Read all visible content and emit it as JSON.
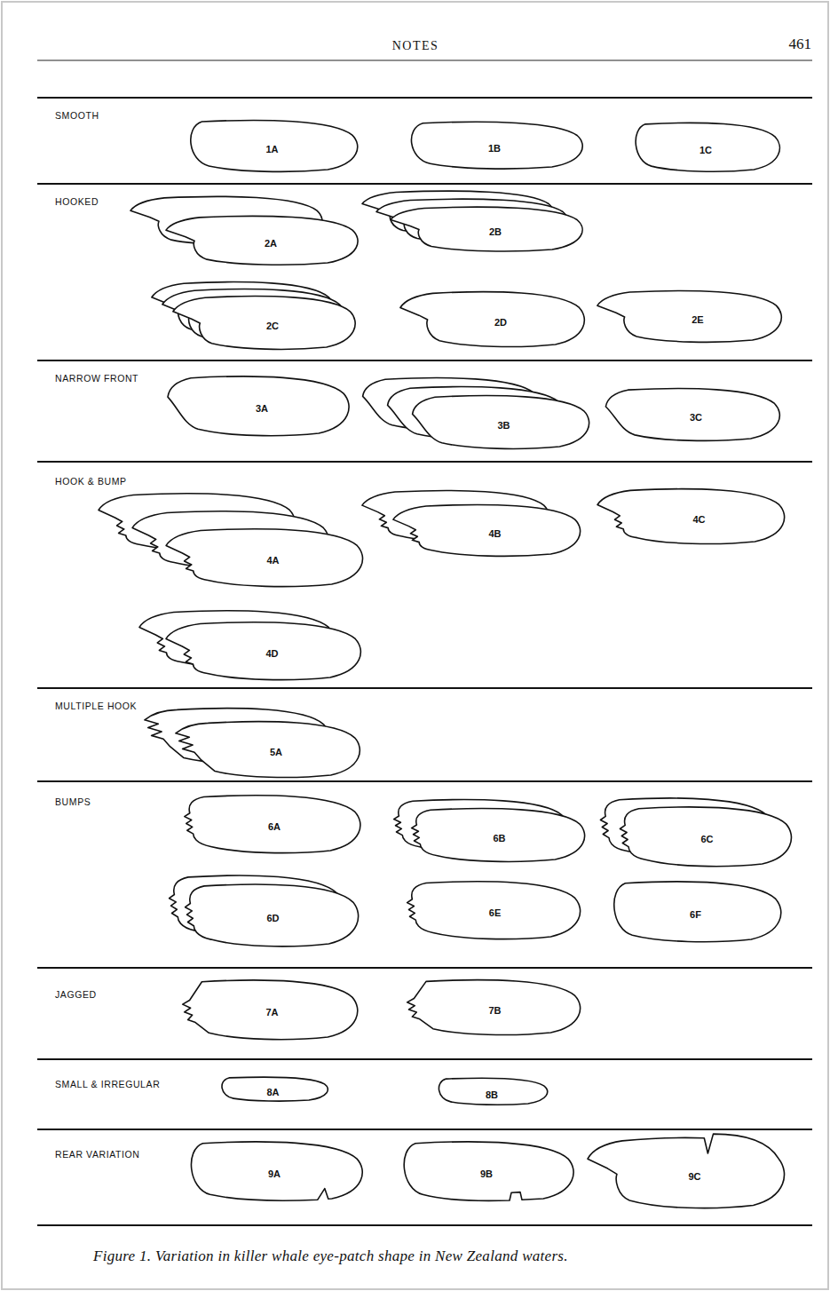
{
  "diagram": {
    "caption": "Figure 1. Variation in killer whale eye-patch shape in New Zealand waters.",
    "nodes": [
      {
        "text": [
          "1A"
        ]
      },
      {
        "text": [
          "1B"
        ]
      },
      {
        "text": [
          "1C"
        ]
      },
      {
        "text": [
          "2A"
        ]
      },
      {
        "text": [
          "2B"
        ]
      },
      {
        "text": [
          "2C"
        ]
      },
      {
        "text": [
          "2D"
        ]
      },
      {
        "text": [
          "2E"
        ]
      },
      {
        "text": [
          "3A"
        ]
      },
      {
        "text": [
          "3B"
        ]
      },
      {
        "text": [
          "3C"
        ]
      },
      {
        "text": [
          "4A"
        ]
      },
      {
        "text": [
          "4B"
        ]
      },
      {
        "text": [
          "4C"
        ]
      },
      {
        "text": [
          "4D"
        ]
      },
      {
        "text": [
          "5A"
        ]
      },
      {
        "text": [
          "6A"
        ]
      },
      {
        "text": [
          "6B"
        ]
      },
      {
        "text": [
          "6C"
        ]
      },
      {
        "text": [
          "6D"
        ]
      },
      {
        "text": [
          "6E"
        ]
      },
      {
        "text": [
          "6F"
        ]
      },
      {
        "text": [
          "7A"
        ]
      },
      {
        "text": [
          "7B"
        ]
      },
      {
        "text": [
          "8A"
        ]
      },
      {
        "text": [
          "8B"
        ]
      },
      {
        "text": [
          "9A"
        ]
      },
      {
        "text": [
          "9B"
        ]
      },
      {
        "text": [
          "9C"
        ]
      }
    ],
    "labels": [
      "NOTES",
      "461",
      "SMOOTH",
      "HOOKED",
      "NARROW FRONT",
      "HOOK & BUMP",
      "MULTIPLE HOOK",
      "BUMPS",
      "JAGGED",
      "SMALL & IRREGULAR",
      "REAR VARIATION"
    ]
  }
}
